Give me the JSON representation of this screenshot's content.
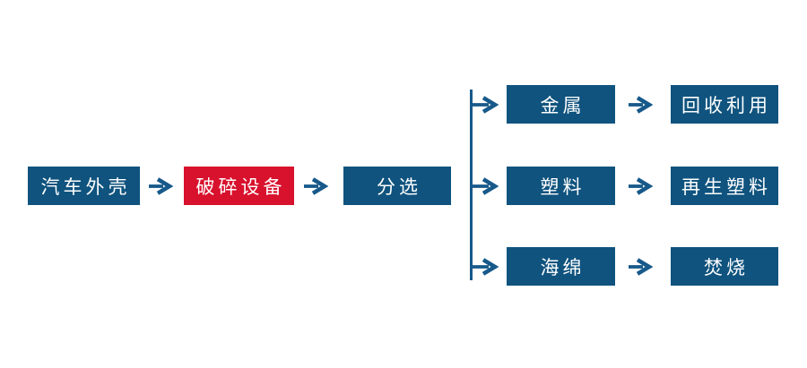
{
  "palette": {
    "box_blue": "#0f537e",
    "box_red": "#d8112d",
    "arrow_blue": "#17598a",
    "text_white": "#ffffff",
    "background": "#ffffff"
  },
  "flow": {
    "main": [
      {
        "id": "car-shell",
        "label": "汽车外壳",
        "color": "blue"
      },
      {
        "id": "crusher",
        "label": "破碎设备",
        "color": "red"
      },
      {
        "id": "sorting",
        "label": "分选",
        "color": "blue"
      }
    ],
    "branches": [
      {
        "id": "metal",
        "material": "金属",
        "disposal": "回收利用"
      },
      {
        "id": "plastic",
        "material": "塑料",
        "disposal": "再生塑料"
      },
      {
        "id": "sponge",
        "material": "海绵",
        "disposal": "焚烧"
      }
    ]
  }
}
